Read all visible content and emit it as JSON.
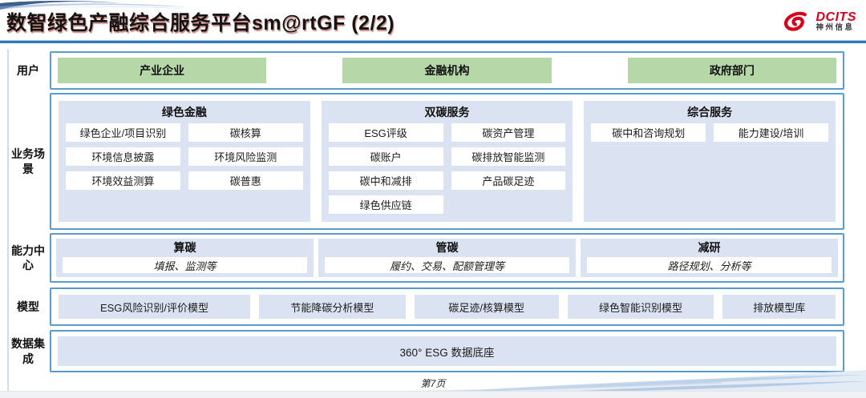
{
  "header": {
    "title": "数智绿色产融综合服务平台sm@rtGF (2/2)",
    "logo": {
      "brand": "DCITS",
      "subtitle": "神州信息"
    }
  },
  "rows": {
    "users": {
      "label": "用户",
      "items": [
        "产业企业",
        "金融机构",
        "政府部门"
      ]
    },
    "scenarios": {
      "label": "业务场景",
      "columns": [
        {
          "title": "绿色金融",
          "items": [
            "绿色企业/项目识别",
            "碳核算",
            "环境信息披露",
            "环境风险监测",
            "环境效益测算",
            "碳普惠"
          ]
        },
        {
          "title": "双碳服务",
          "items": [
            "ESG评级",
            "碳资产管理",
            "碳账户",
            "碳排放智能监测",
            "碳中和减排",
            "产品碳足迹",
            "绿色供应链"
          ]
        },
        {
          "title": "综合服务",
          "items": [
            "碳中和咨询规划",
            "能力建设/培训"
          ]
        }
      ]
    },
    "capabilities": {
      "label": "能力中心",
      "items": [
        {
          "title": "算碳",
          "desc": "填报、监测等"
        },
        {
          "title": "管碳",
          "desc": "履约、交易、配额管理等"
        },
        {
          "title": "减研",
          "desc": "路径规划、分析等"
        }
      ]
    },
    "models": {
      "label": "模型",
      "items": [
        "ESG风险识别/评价模型",
        "节能降碳分析模型",
        "碳足迹/核算模型",
        "绿色智能识别模型",
        "排放模型库"
      ]
    },
    "data_integration": {
      "label": "数据集成",
      "items": [
        "360° ESG 数据底座"
      ]
    }
  },
  "footer": {
    "page": "第7页"
  },
  "colors": {
    "accent_blue_border": "#5B9BD5",
    "panel_blue": "#DBE2F1",
    "user_green": "#B6D7A8",
    "title_rule_blue": "#2E77C0",
    "brand_red": "#D6001C"
  }
}
